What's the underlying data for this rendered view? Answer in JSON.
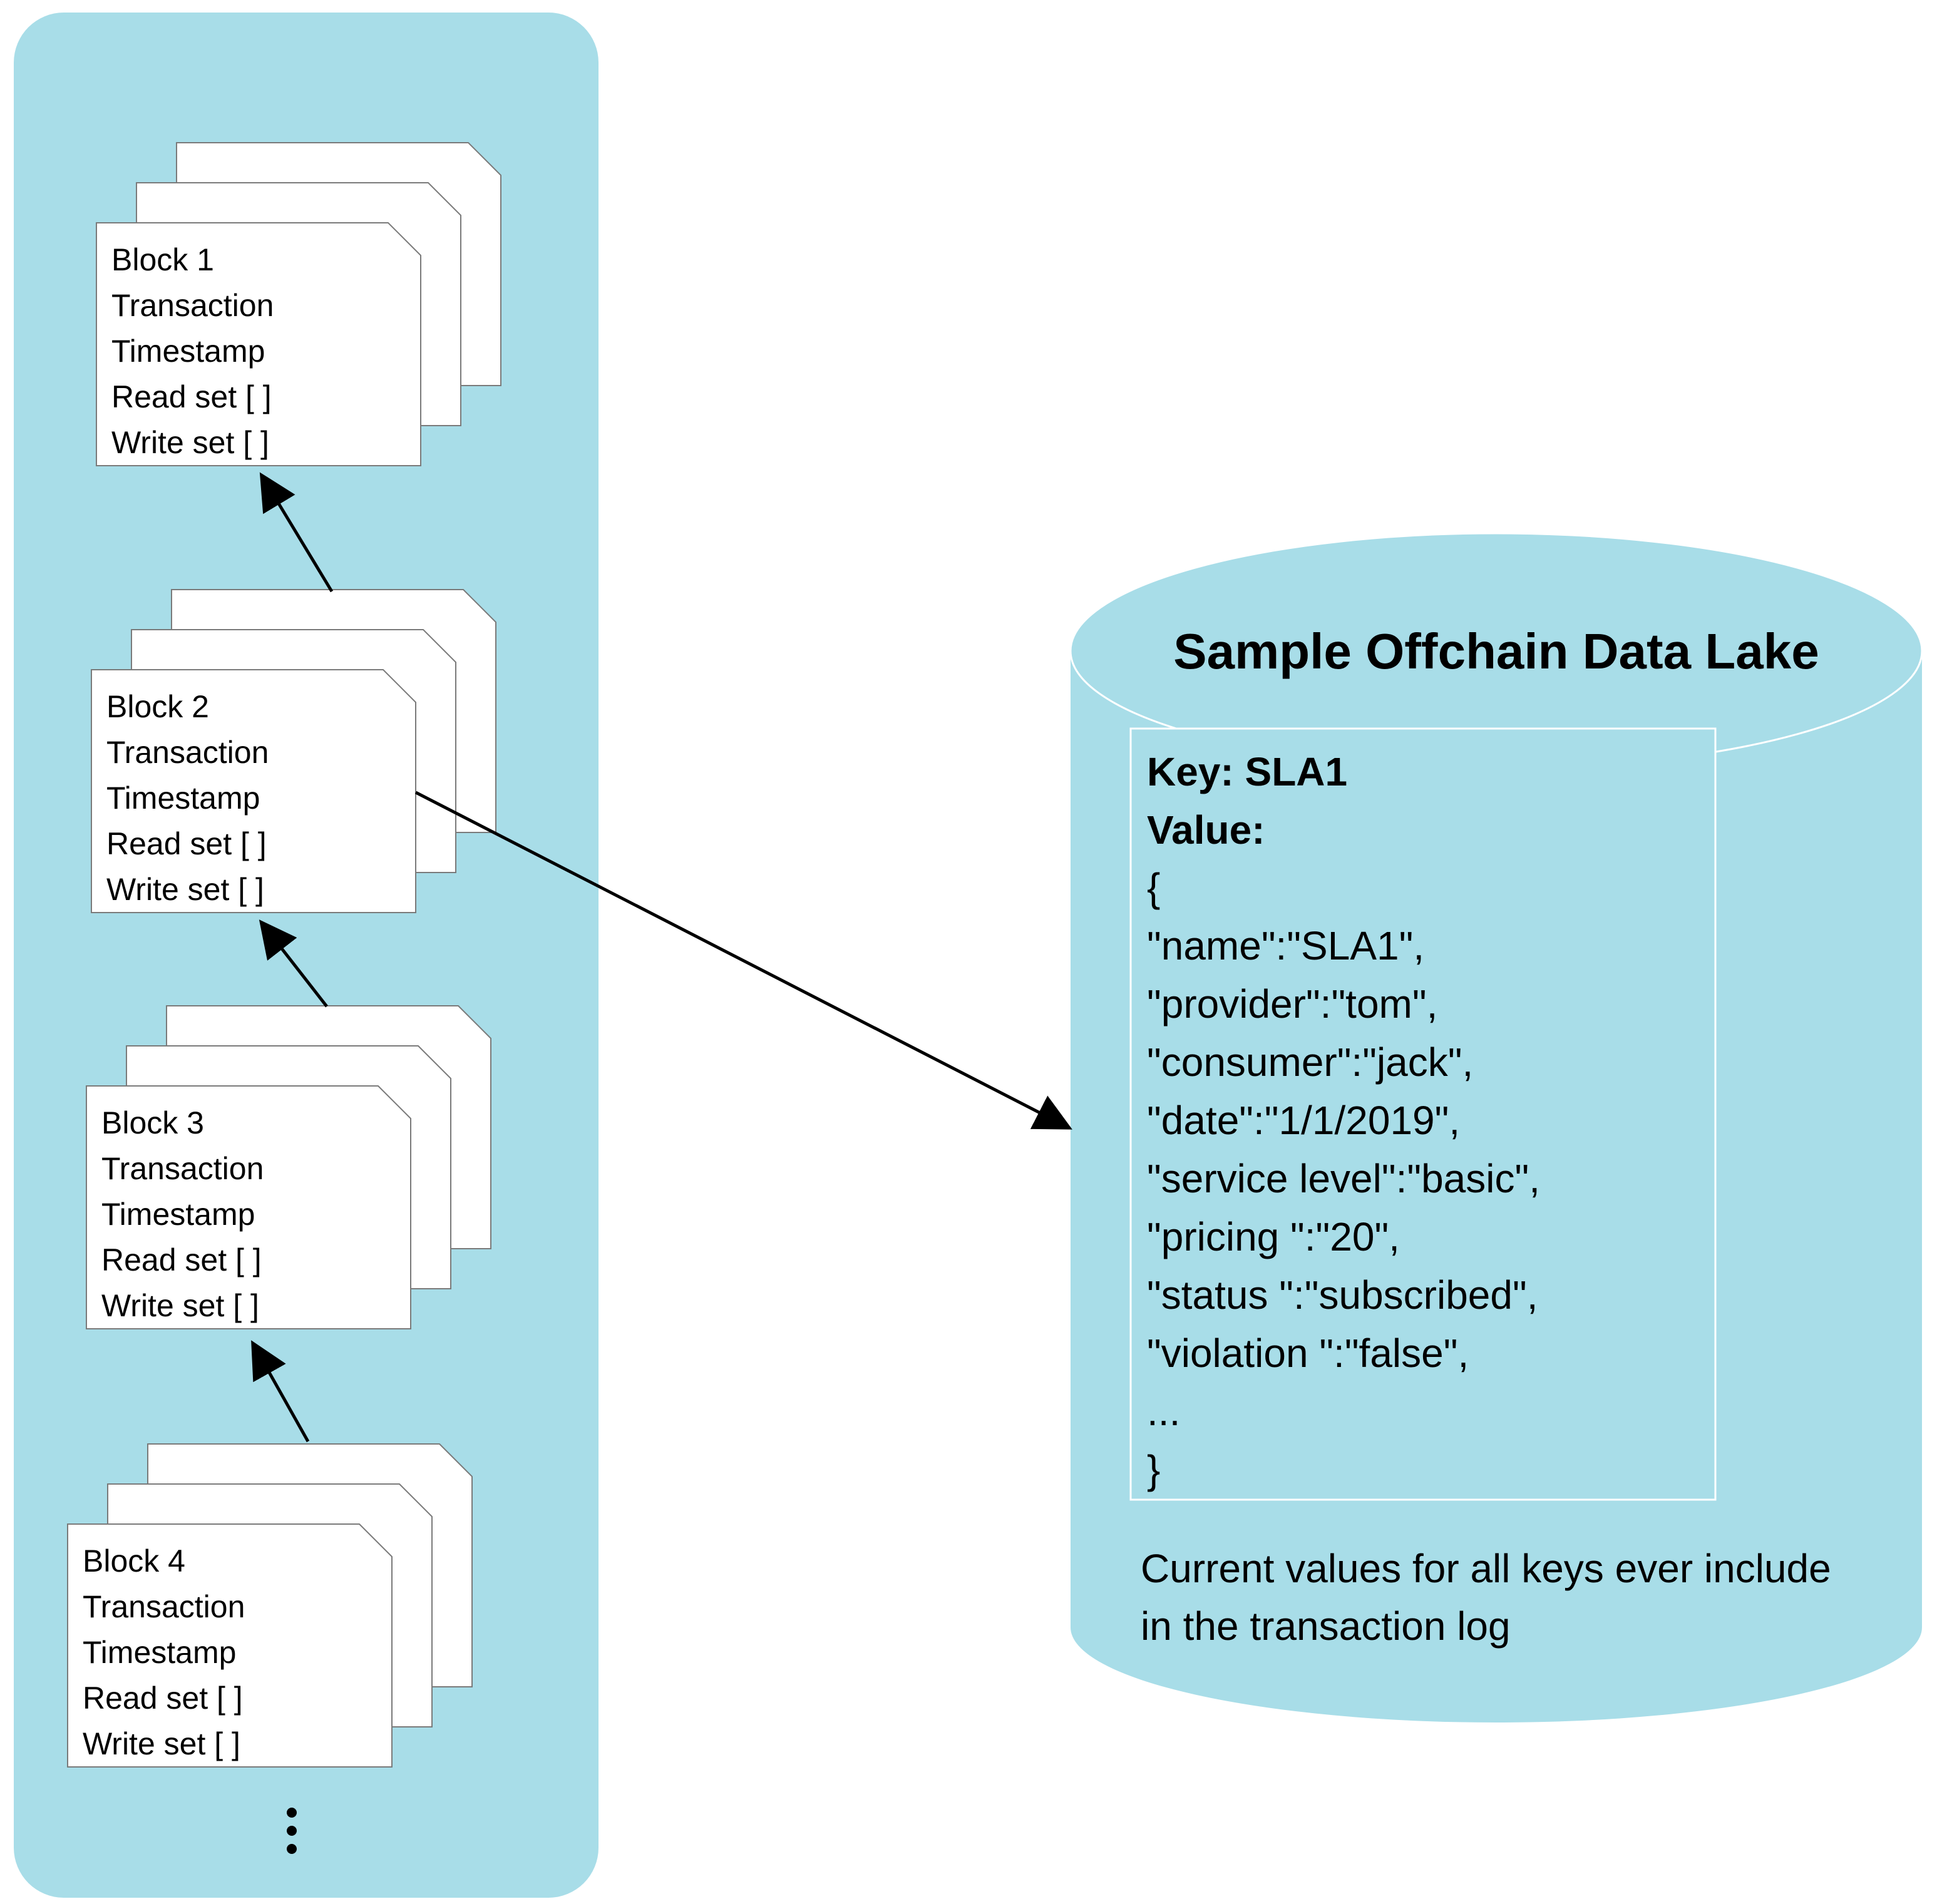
{
  "colors": {
    "panel": "#a8dde8",
    "page": "#ffffff",
    "stroke": "#7a7a7a",
    "arrow": "#000000"
  },
  "blockchain": {
    "blocks": [
      {
        "lines": [
          "Block 1",
          "Transaction",
          "Timestamp",
          "Read set [ ]",
          "Write set [ ]"
        ]
      },
      {
        "lines": [
          "Block 2",
          "Transaction",
          "Timestamp",
          "Read set [ ]",
          "Write set [ ]"
        ]
      },
      {
        "lines": [
          "Block 3",
          "Transaction",
          "Timestamp",
          "Read set [ ]",
          "Write set [ ]"
        ]
      },
      {
        "lines": [
          "Block 4",
          "Transaction",
          "Timestamp",
          "Read set [ ]",
          "Write set [ ]"
        ]
      }
    ],
    "continuation_icon": "vertical-ellipsis"
  },
  "data_lake": {
    "title": "Sample Offchain Data Lake",
    "record": {
      "key_line": "Key: SLA1",
      "value_line": "Value:",
      "json_lines": [
        "{",
        "\"name\":\"SLA1\",",
        "\"provider\":\"tom\",",
        "\"consumer\":\"jack\",",
        "\"date\":\"1/1/2019\",",
        "\"service level\":\"basic\",",
        "\"pricing \":\"20\",",
        "\"status \":\"subscribed\",",
        "\"violation \":\"false\",",
        "...",
        "}"
      ]
    },
    "caption_lines": [
      "Current values for all keys ever include",
      "in the transaction log"
    ]
  }
}
